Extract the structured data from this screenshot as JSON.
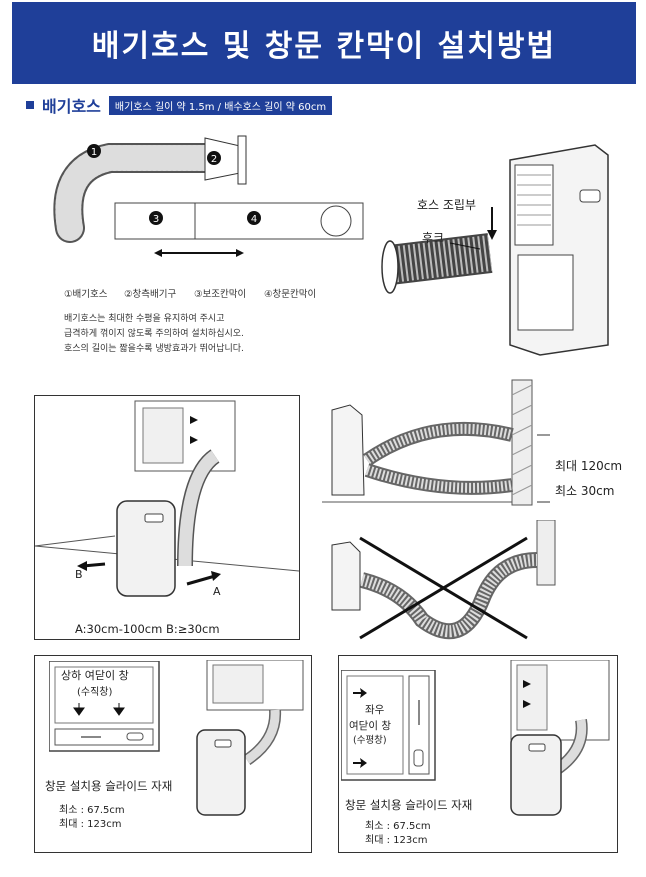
{
  "header": {
    "title": "배기호스 및 창문 칸막이 설치방법"
  },
  "section": {
    "title": "배기호스",
    "spec": "배기호스 길이 약 1.5m / 배수호스 길이 약 60cm"
  },
  "parts": {
    "markers": [
      "1",
      "2",
      "3",
      "4"
    ],
    "legend": [
      "①배기호스",
      "②창측배기구",
      "③보조칸막이",
      "④창문칸막이"
    ]
  },
  "notes": [
    "배기호스는 최대한 수평을 유지하여 주시고",
    "급격하게 꺾이지 않도록 주의하여 설치하십시오.",
    "호스의 길이는 짧을수록 냉방효과가 뛰어납니다."
  ],
  "unit_labels": {
    "assembly": "호스 조립부",
    "hook": "후크"
  },
  "clearance": {
    "a": "A",
    "b": "B",
    "caption": "A:30cm-100cm     B:≥30cm"
  },
  "height": {
    "max": "최대 120cm",
    "min": "최소 30cm"
  },
  "vertical_window": {
    "title": "상하 여닫이 창",
    "sub": "(수직창)",
    "kit": "창문 설치용 슬라이드 자재",
    "min": "최소 : 67.5cm",
    "max": "최대 : 123cm"
  },
  "horizontal_window": {
    "title_a": "좌우",
    "title_b": "여닫이 창",
    "sub": "(수평창)",
    "kit": "창문 설치용 슬라이드 자재",
    "min": "최소 : 67.5cm",
    "max": "최대 : 123cm"
  }
}
